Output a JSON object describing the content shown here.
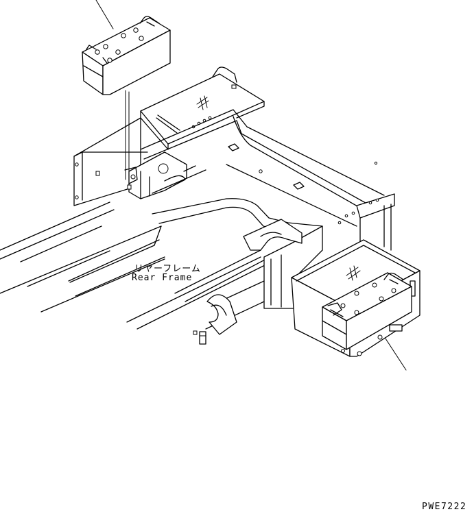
{
  "labels": {
    "part_name_jp": "リヤーフレーム",
    "part_name_en": "Rear Frame"
  },
  "drawing_code": "PWE7222"
}
